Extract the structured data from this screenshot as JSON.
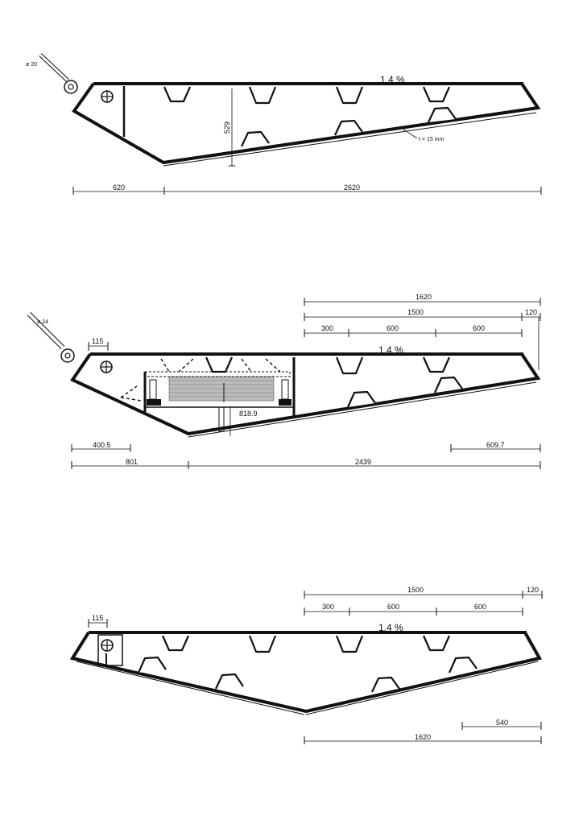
{
  "section1": {
    "diameter_label": "ø 20",
    "slope_label": "1.4 %",
    "height_label": "529",
    "thickness_label": "t = 15 mm",
    "dim_left": "620",
    "dim_right": "2620"
  },
  "section2": {
    "diameter_label": "ø 24",
    "slope_label": "1.4 %",
    "top_dim_1620": "1620",
    "top_dim_1500": "1500",
    "top_dim_120": "120",
    "top_dim_300": "300",
    "top_dim_600a": "600",
    "top_dim_600b": "600",
    "dim_115": "115",
    "dim_818": "818.9",
    "dim_4005": "400.5",
    "dim_6097": "609.7",
    "dim_801": "801",
    "dim_2439": "2439"
  },
  "section3": {
    "slope_label": "1.4 %",
    "top_dim_1500": "1500",
    "top_dim_120": "120",
    "top_dim_300": "300",
    "top_dim_600a": "600",
    "top_dim_600b": "600",
    "dim_115": "115",
    "dim_540": "540",
    "dim_1620": "1620"
  }
}
